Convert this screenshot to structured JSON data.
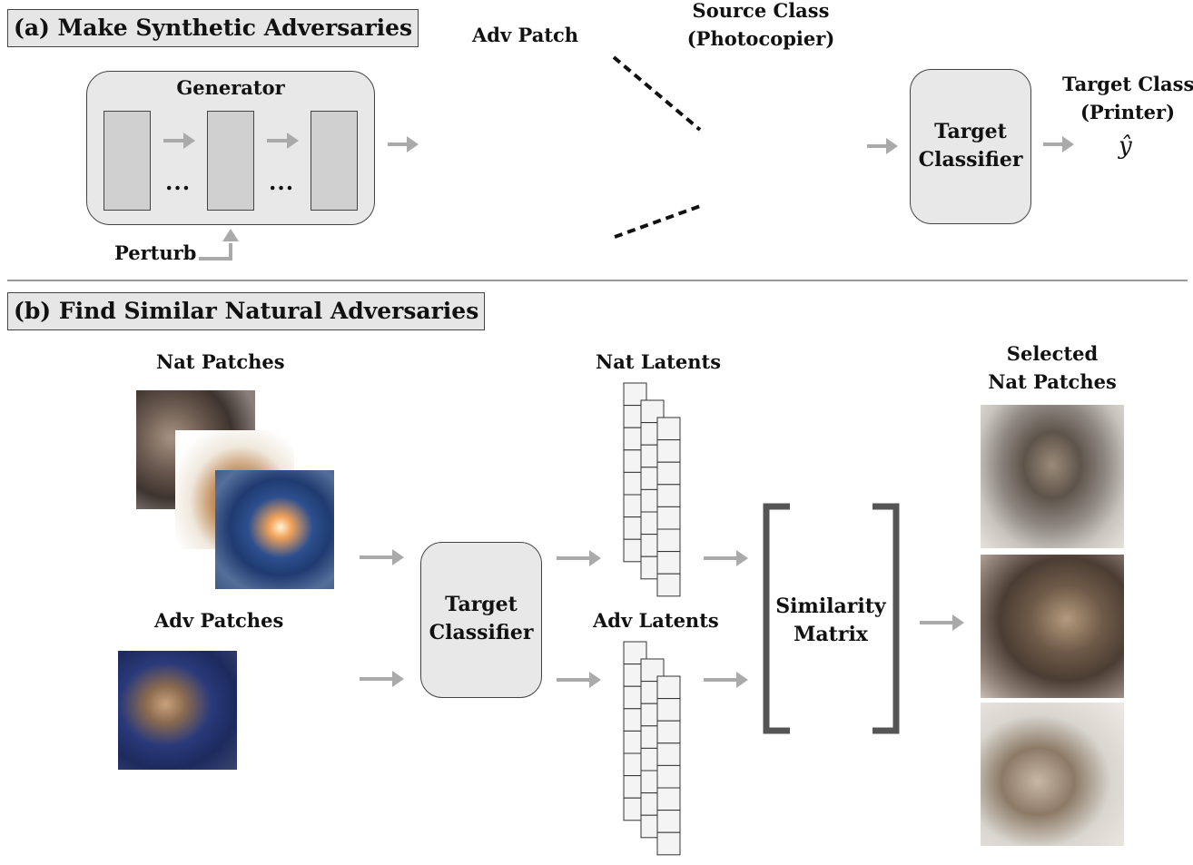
{
  "section_a": {
    "title": "(a)  Make Synthetic Adversaries",
    "generator_label": "Generator",
    "ellipsis": "...",
    "perturb_label": "Perturb",
    "adv_patch_label": "Adv Patch",
    "source_class_label": "Source Class",
    "source_class_sub": "(Photocopier)",
    "classifier_line1": "Target",
    "classifier_line2": "Classifier",
    "target_class_label": "Target Class",
    "target_class_sub": "(Printer)",
    "yhat": "ŷ"
  },
  "section_b": {
    "title": "(b) Find Similar Natural Adversaries",
    "nat_patches_label": "Nat Patches",
    "adv_patches_label": "Adv Patches",
    "classifier_line1": "Target",
    "classifier_line2": "Classifier",
    "nat_latents_label": "Nat Latents",
    "adv_latents_label": "Adv Latents",
    "similarity_line1": "Similarity",
    "similarity_line2": "Matrix",
    "selected_line1": "Selected",
    "selected_line2": "Nat Patches"
  },
  "colors": {
    "arrow": "#aaaaaa",
    "box_fill": "#e8e8e8",
    "layer_fill": "#d0d0d0",
    "bracket": "#555555",
    "divider": "#999999"
  },
  "icons": [
    "arrow-right-icon",
    "arrow-up-icon"
  ]
}
